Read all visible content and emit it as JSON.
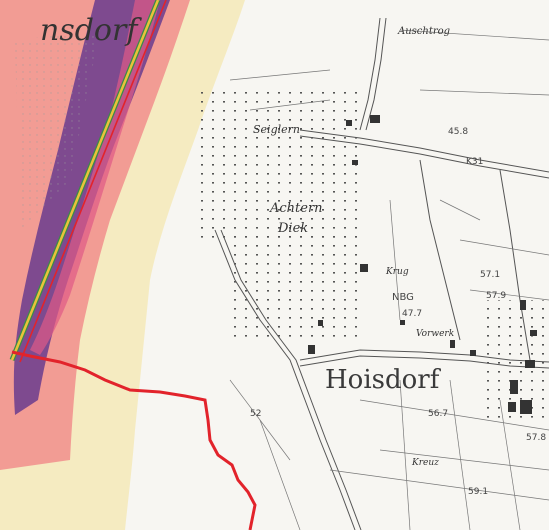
{
  "map": {
    "labels": {
      "ortsteil_partial": "nsdorf",
      "village": "Hoisdorf",
      "farm": "Auschtrog",
      "place1": "Seiglern",
      "place2_line1": "Achtern",
      "place2_line2": "Diek",
      "road": "K31",
      "small1": "Kreuz",
      "small2": "Vorwerk",
      "small3": "Krug",
      "small4": "NBG"
    },
    "elevations": [
      "45.8",
      "57.1",
      "57.9",
      "47.7",
      "57.8",
      "56.7",
      "52",
      "59.1"
    ],
    "colors": {
      "corridor_outer": "#f2948f",
      "corridor_inner": "#6a3c8e",
      "corridor_mid": "#e05a86",
      "zone_light": "#f5e9b8",
      "boundary": "#e2232b",
      "line_yellow": "#e9c23a",
      "line_green": "#3a8a4a",
      "paper": "#f7f6f2",
      "ink": "#444444"
    }
  }
}
